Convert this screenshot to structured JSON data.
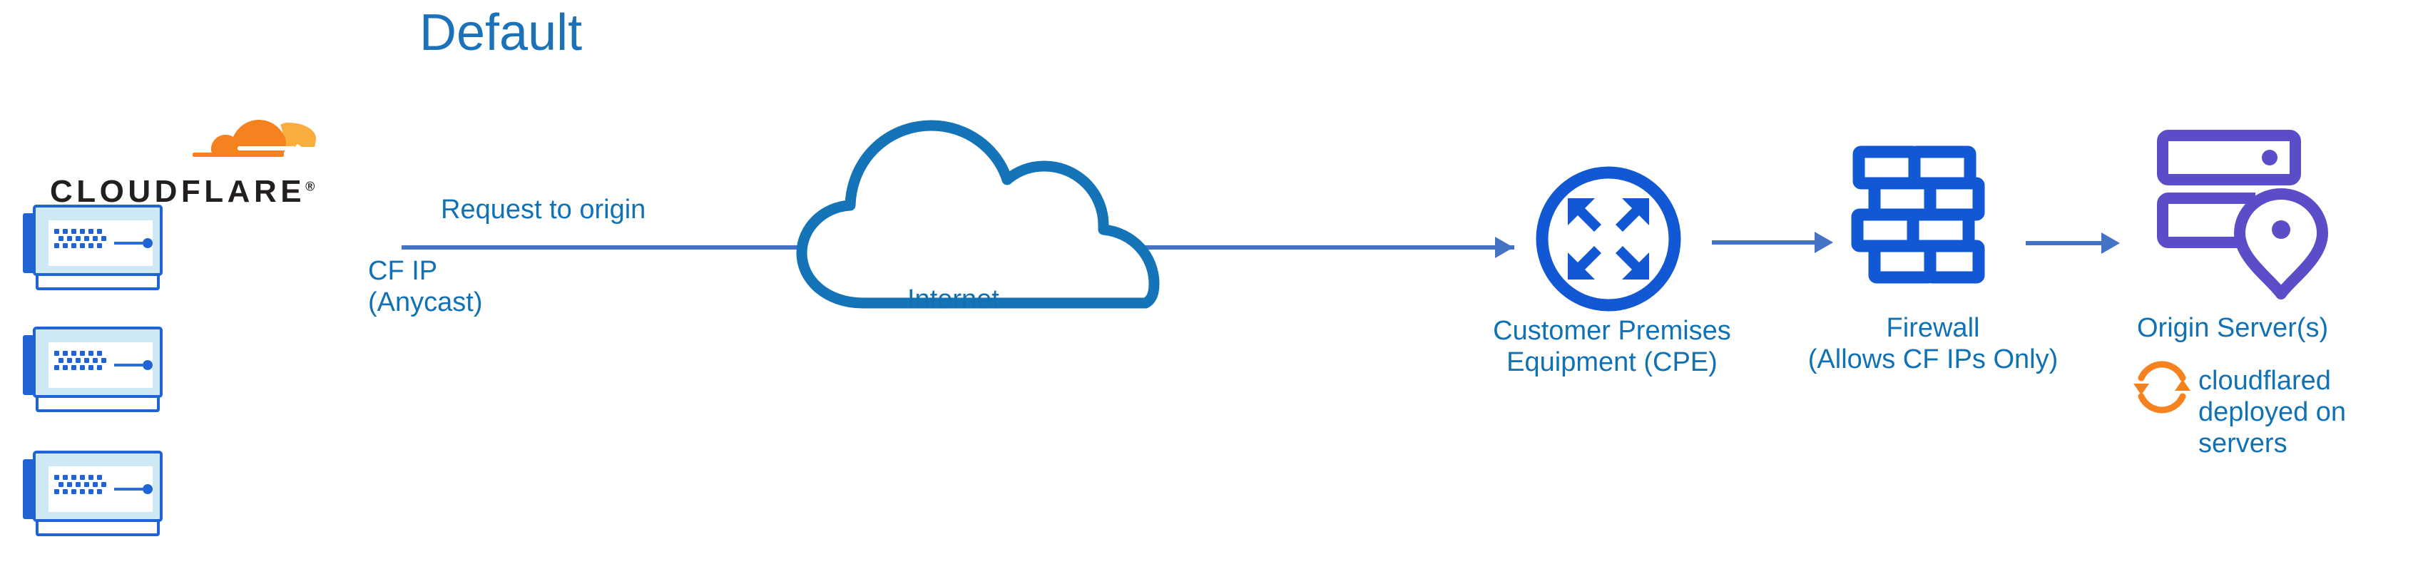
{
  "title": "Default",
  "colors": {
    "title_blue": "#1c72b8",
    "label_blue": "#1071b5",
    "arrow_blue": "#4472c4",
    "icon_blue": "#1f63d4",
    "cloud_outline_blue": "#1573b8",
    "origin_purple": "#5b4dc8",
    "cloudflare_orange": "#f6821f",
    "cloudflare_orange_light": "#faad3f",
    "wordmark_black": "#231f20"
  },
  "brand": {
    "logo_icon": "cloudflare-cloud-icon",
    "wordmark": "CLOUDFLARE",
    "registered_mark": "®"
  },
  "edge": {
    "servers": [
      {
        "name": "cloudflare-edge-server-1"
      },
      {
        "name": "cloudflare-edge-server-2"
      },
      {
        "name": "cloudflare-edge-server-3"
      }
    ],
    "ip_label_line1": "CF IP",
    "ip_label_line2": "(Anycast)"
  },
  "flow": {
    "request_label": "Request to origin",
    "arrows": [
      {
        "name": "arrow-edge-to-cpe"
      },
      {
        "name": "arrow-cpe-to-firewall"
      },
      {
        "name": "arrow-firewall-to-origin"
      }
    ]
  },
  "internet": {
    "label": "Internet",
    "icon": "cloud-icon"
  },
  "cpe": {
    "icon": "router-icon",
    "label_line1": "Customer Premises",
    "label_line2": "Equipment (CPE)"
  },
  "firewall": {
    "icon": "brick-wall-icon",
    "label_line1": "Firewall",
    "label_line2": "(Allows CF IPs Only)"
  },
  "origin": {
    "icon": "server-location-pin-icon",
    "label": "Origin Server(s)",
    "tunnel_icon": "sync-arrows-icon",
    "tunnel_note": "cloudflared deployed on servers"
  }
}
